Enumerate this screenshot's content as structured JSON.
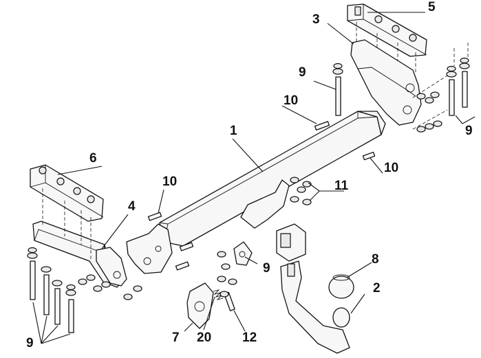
{
  "diagram": {
    "callouts": [
      {
        "id": "c1",
        "text": "1"
      },
      {
        "id": "c2",
        "text": "2"
      },
      {
        "id": "c3",
        "text": "3"
      },
      {
        "id": "c4",
        "text": "4"
      },
      {
        "id": "c5",
        "text": "5"
      },
      {
        "id": "c6",
        "text": "6"
      },
      {
        "id": "c7",
        "text": "7"
      },
      {
        "id": "c8",
        "text": "8"
      },
      {
        "id": "c9a",
        "text": "9"
      },
      {
        "id": "c9b",
        "text": "9"
      },
      {
        "id": "c9c",
        "text": "9"
      },
      {
        "id": "c9d",
        "text": "9"
      },
      {
        "id": "c10a",
        "text": "10"
      },
      {
        "id": "c10b",
        "text": "10"
      },
      {
        "id": "c10c",
        "text": "10"
      },
      {
        "id": "c11",
        "text": "11"
      },
      {
        "id": "c12",
        "text": "12"
      },
      {
        "id": "c20",
        "text": "20"
      }
    ]
  }
}
